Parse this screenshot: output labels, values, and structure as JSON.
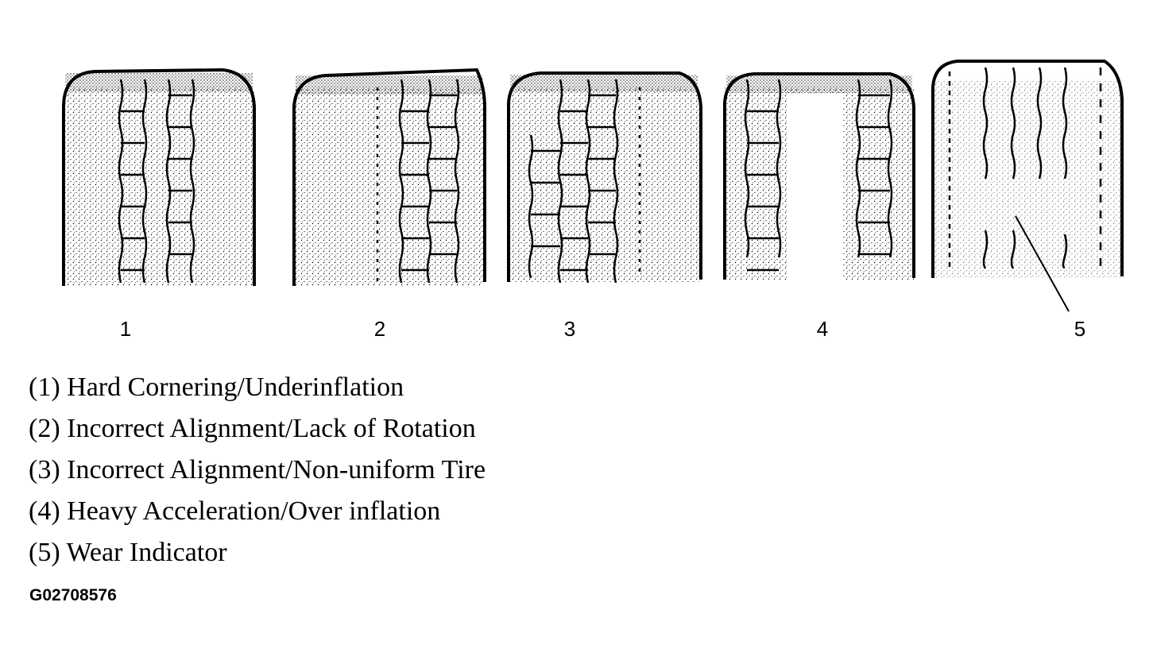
{
  "tires": [
    {
      "label": "1"
    },
    {
      "label": "2"
    },
    {
      "label": "3"
    },
    {
      "label": "4"
    },
    {
      "label": "5"
    }
  ],
  "legend": [
    "(1) Hard Cornering/Underinflation",
    "(2) Incorrect Alignment/Lack of Rotation",
    "(3) Incorrect Alignment/Non-uniform Tire",
    "(4) Heavy Acceleration/Over inflation",
    "(5) Wear Indicator"
  ],
  "figure_id": "G02708576"
}
